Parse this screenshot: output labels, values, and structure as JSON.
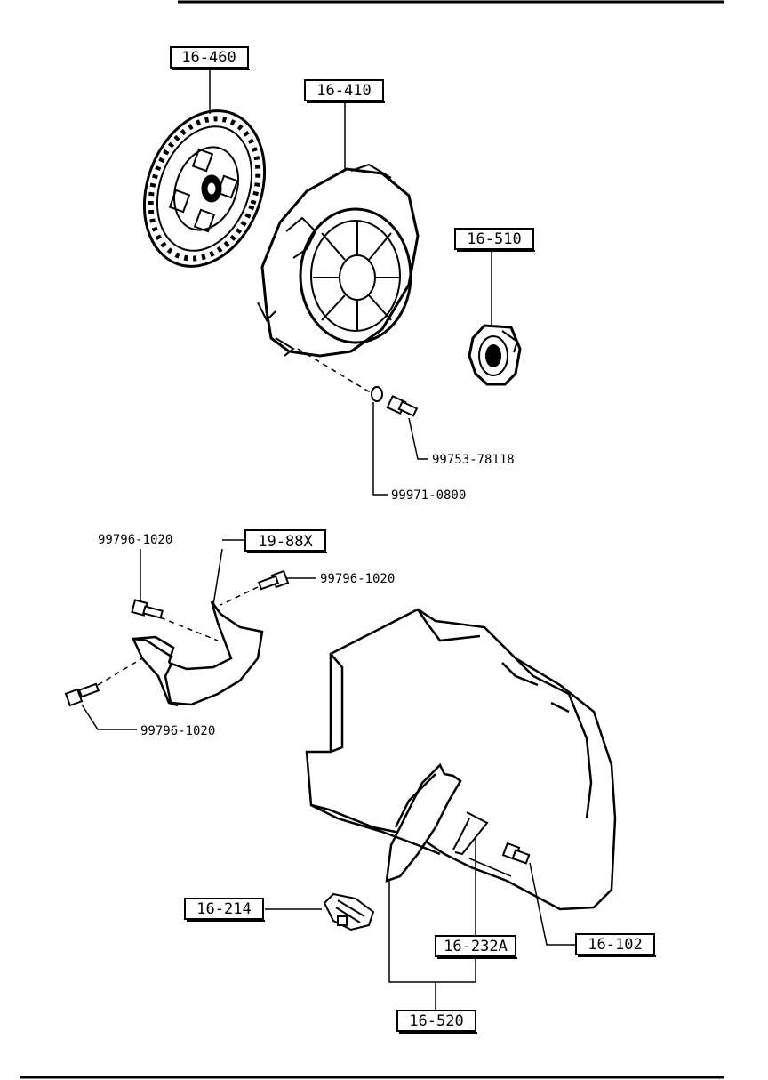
{
  "diagram": {
    "part_labels": {
      "clutch_disc": "16-460",
      "clutch_cover": "16-410",
      "release_bearing": "16-510",
      "under_cover": "19-88X",
      "pivot_pin": "16-214",
      "release_fork_spring": "16-232A",
      "dust_boot_bolt": "16-102",
      "release_fork_assembly": "16-520"
    },
    "hardware_labels": {
      "cover_bolt": "99753-78118",
      "washer": "99971-0800",
      "cover_bolt_top": "99796-1020",
      "cover_bolt_right": "99796-1020",
      "cover_bolt_bottom": "99796-1020"
    },
    "line_color": "#000000",
    "background_color": "#ffffff"
  }
}
